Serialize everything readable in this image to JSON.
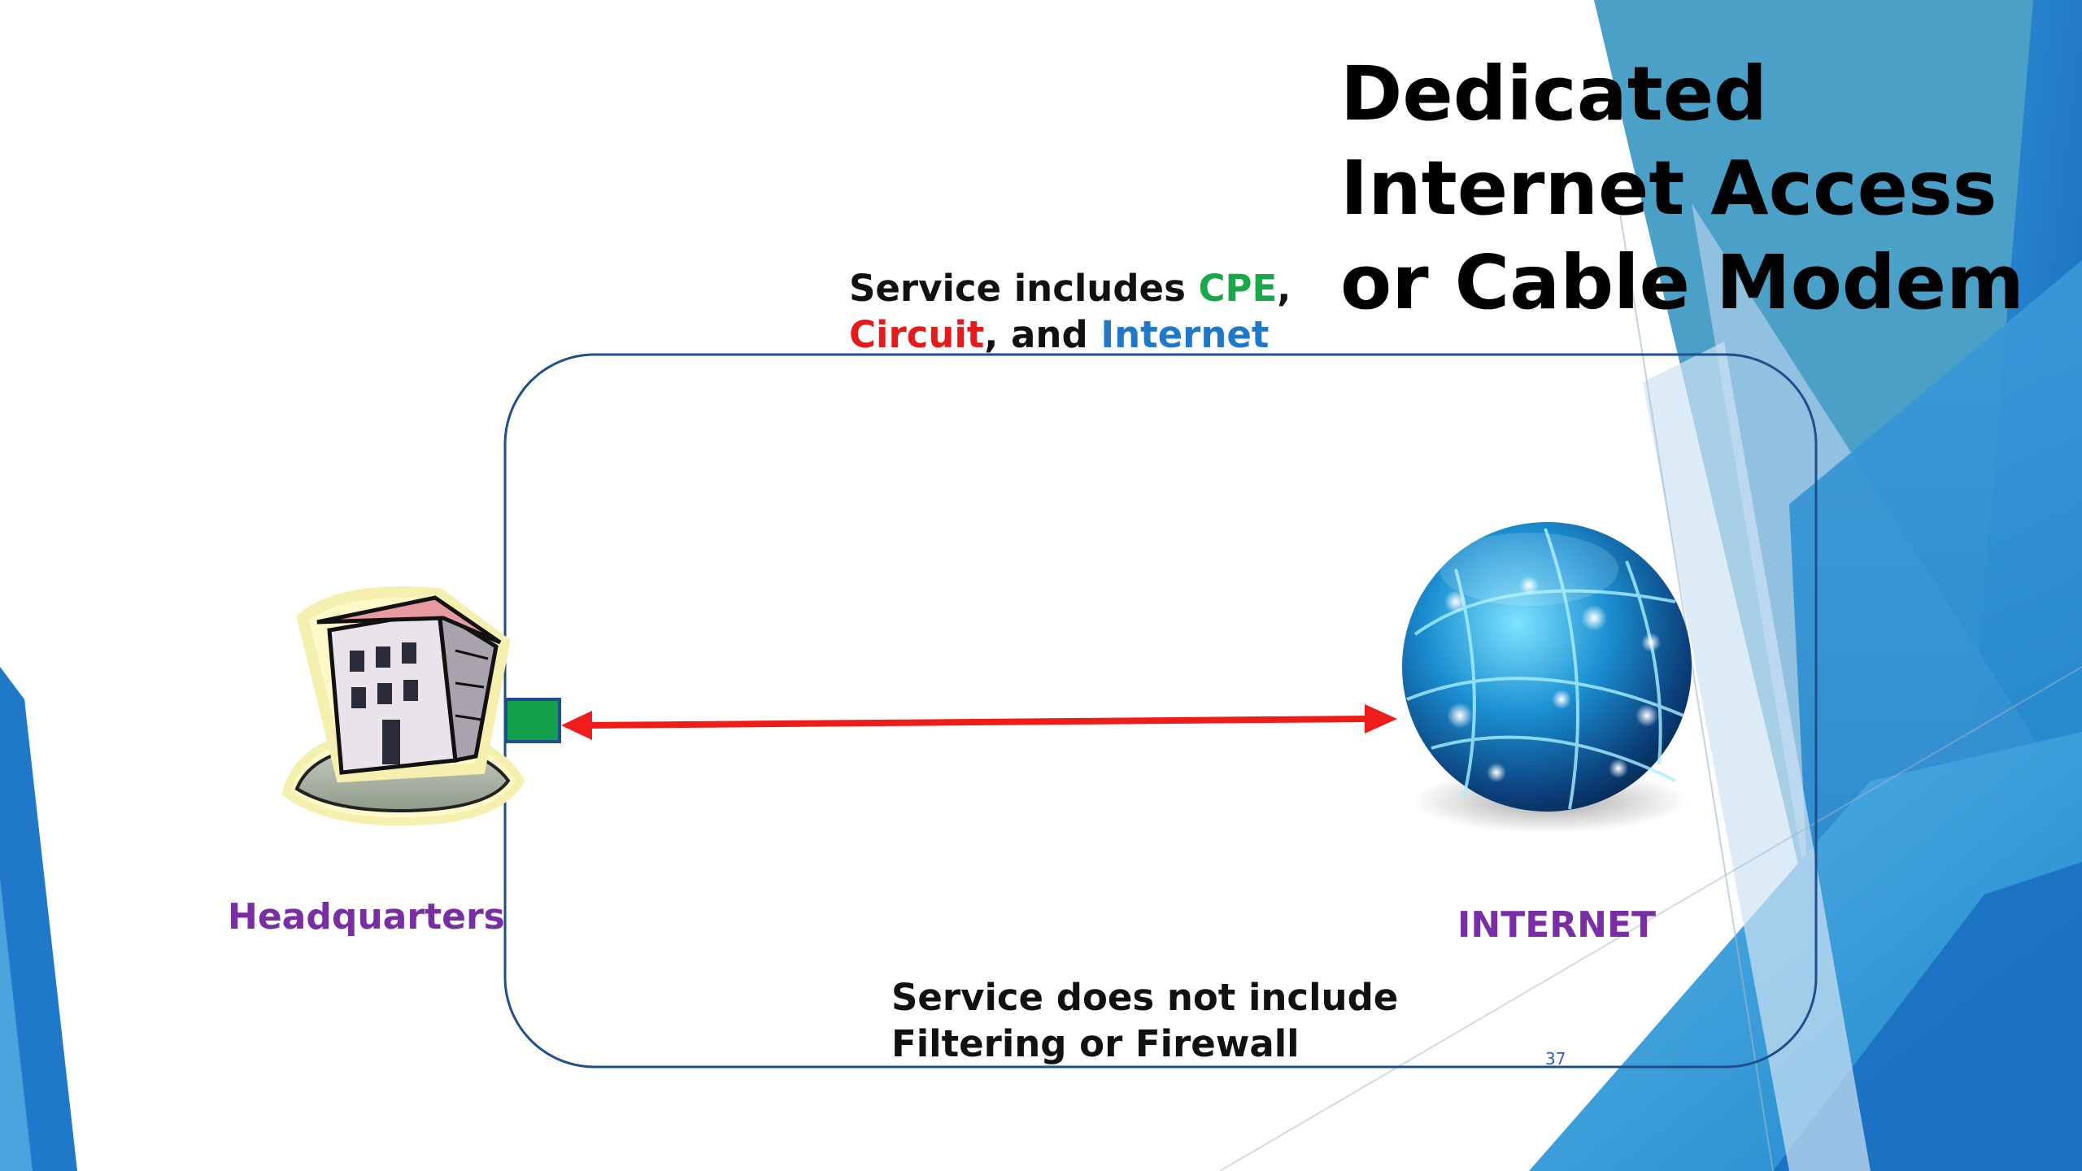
{
  "slide": {
    "title_lines": [
      "Dedicated",
      "Internet Access",
      "or Cable Modem"
    ],
    "service_includes": {
      "prefix": "Service includes ",
      "cpe": "CPE",
      "comma": ",",
      "circuit": "Circuit",
      "and": ", and ",
      "internet": "Internet"
    },
    "service_excludes": {
      "line1": "Service does not include",
      "line2": "Filtering or Firewall"
    },
    "headquarters_label": "Headquarters",
    "internet_label": "INTERNET",
    "page_number": "37"
  },
  "colors": {
    "accent_blue": "#1f78c8",
    "cpe_green": "#1aa64b",
    "circuit_red": "#e51b1b",
    "label_purple": "#7a2ea6",
    "boundary_blue": "#1f4e8c"
  },
  "icons": {
    "building": "building-icon",
    "globe": "globe-icon",
    "cpe": "cpe-device-icon",
    "link": "double-arrow-icon"
  }
}
